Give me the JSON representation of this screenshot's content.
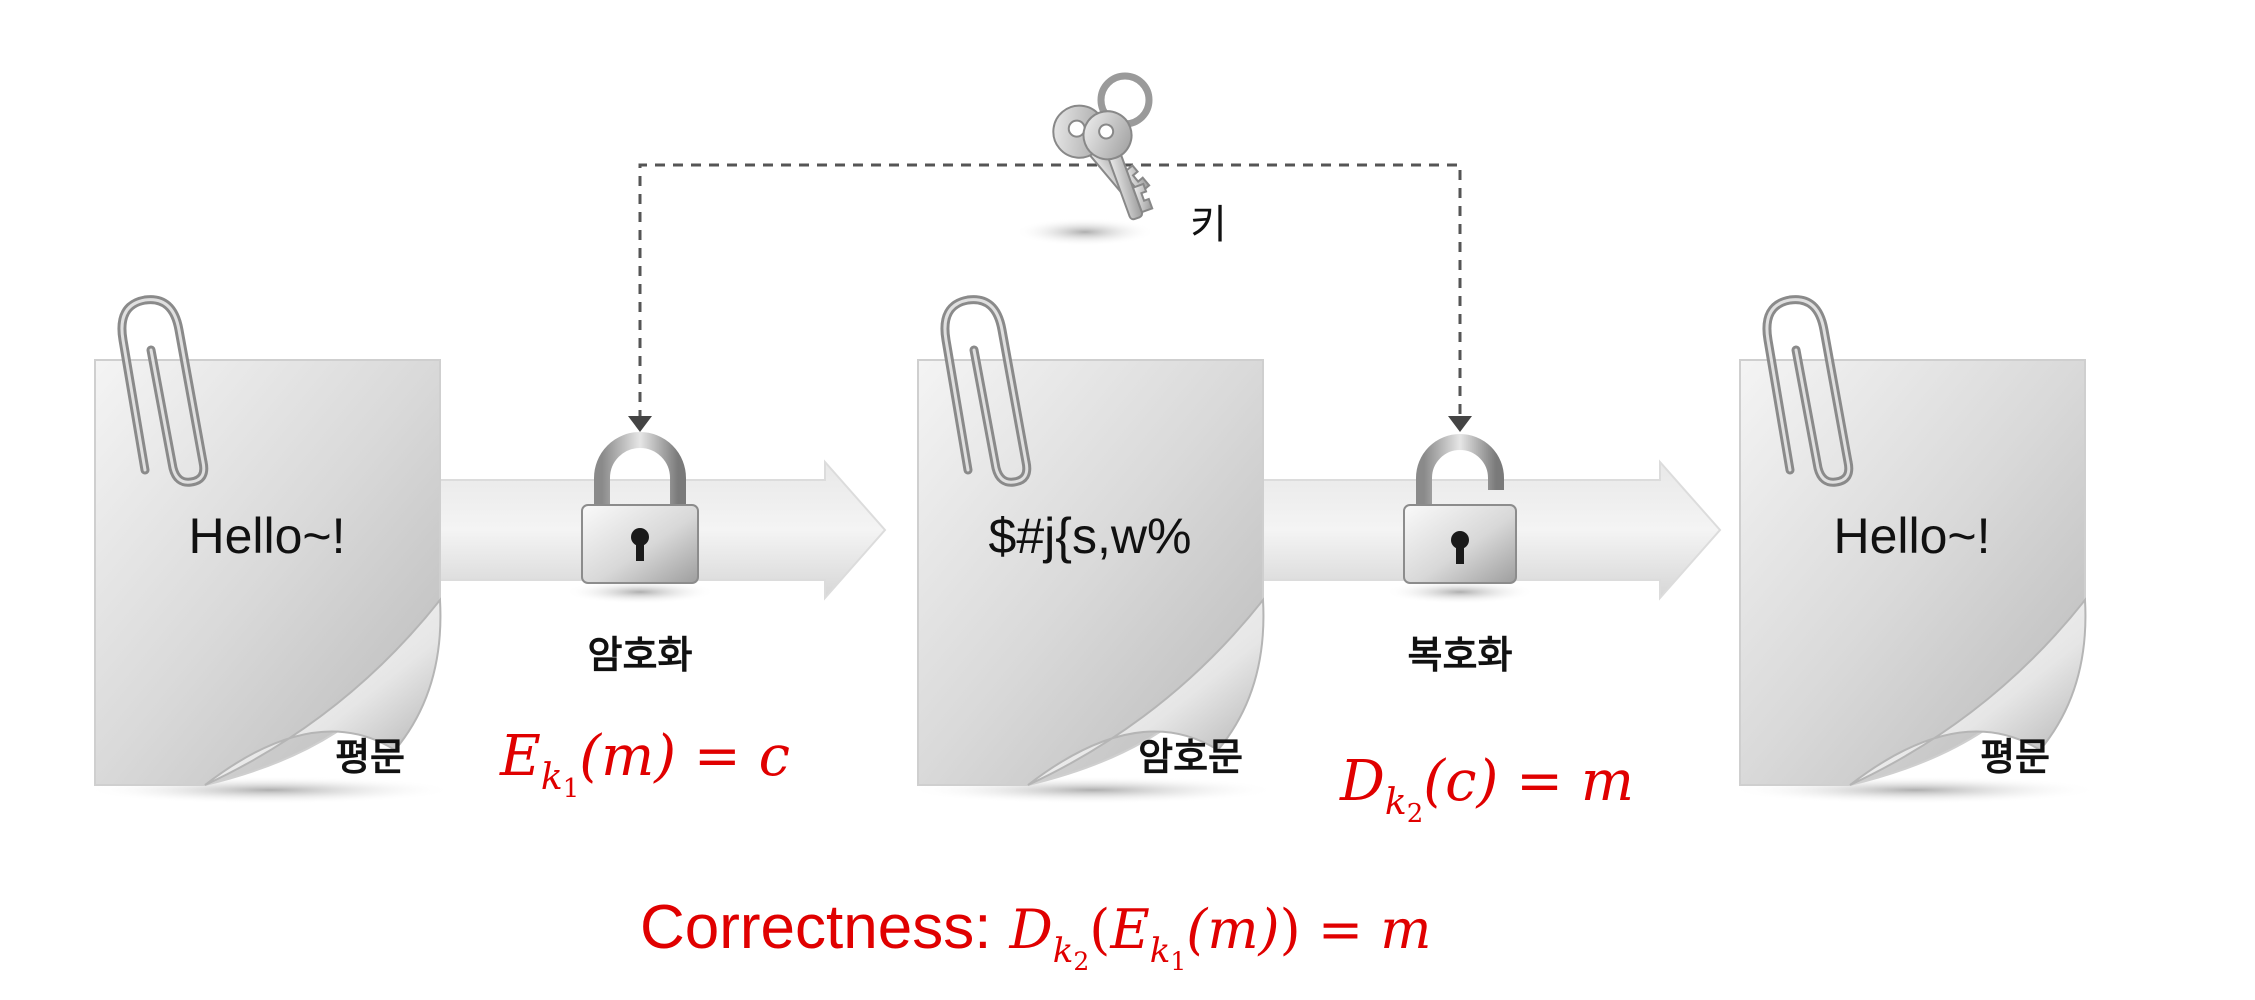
{
  "key": {
    "label": "키",
    "icon": "keys-icon"
  },
  "documents": [
    {
      "content": "Hello~!",
      "caption": "평문"
    },
    {
      "content": "$#j{s,w%",
      "caption": "암호문"
    },
    {
      "content": "Hello~!",
      "caption": "평문"
    }
  ],
  "operations": [
    {
      "label": "암호화",
      "icon": "locked-padlock-icon",
      "formula": {
        "fn": "E",
        "key": "k",
        "key_index": "1",
        "arg": "(m)",
        "eq": " = ",
        "result": "c"
      }
    },
    {
      "label": "복호화",
      "icon": "unlocked-padlock-icon",
      "formula": {
        "fn": "D",
        "key": "k",
        "key_index": "2",
        "arg": "(c)",
        "eq": " = ",
        "result": "m"
      }
    }
  ],
  "correctness": {
    "label": "Correctness:",
    "outer_fn": "D",
    "outer_key": "k",
    "outer_index": "2",
    "open": "(",
    "inner_fn": "E",
    "inner_key": "k",
    "inner_index": "1",
    "arg": "(m)",
    "close": ")",
    "eq": " = ",
    "result": "m"
  },
  "colors": {
    "formula": "#e00000",
    "text": "#111111",
    "dashed_line": "#555555"
  }
}
